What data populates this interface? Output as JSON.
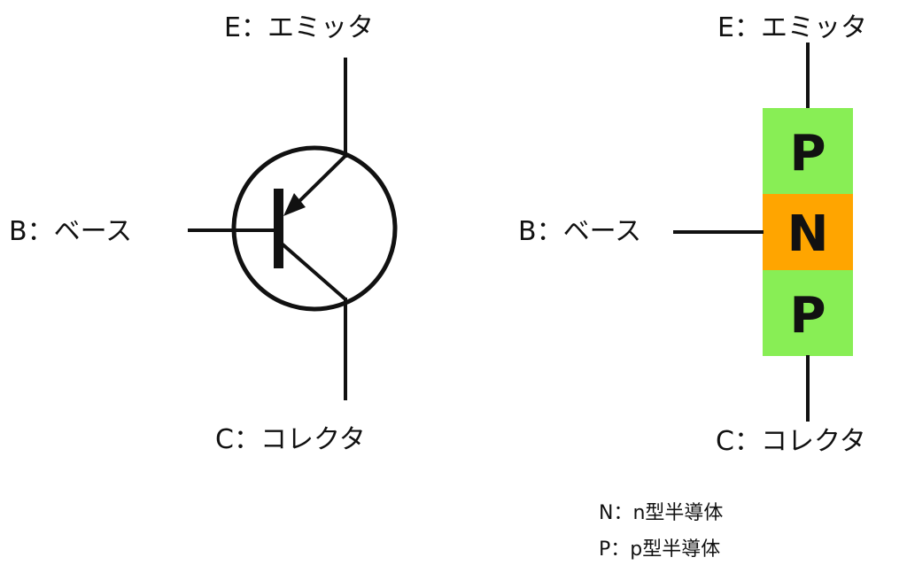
{
  "symbol": {
    "emitter_label": "E：エミッタ",
    "base_label": "B：ベース",
    "collector_label": "C：コレクタ"
  },
  "structure": {
    "emitter_label": "E：エミッタ",
    "base_label": "B：ベース",
    "collector_label": "C：コレクタ",
    "regions": [
      {
        "letter": "P",
        "color": "#88ee55"
      },
      {
        "letter": "N",
        "color": "#ffa500"
      },
      {
        "letter": "P",
        "color": "#88ee55"
      }
    ]
  },
  "legend": {
    "n_line": "N：n型半導体",
    "p_line": "P：p型半導体"
  },
  "colors": {
    "line": "#111111",
    "p_region": "#88ee55",
    "n_region": "#ffa500"
  }
}
